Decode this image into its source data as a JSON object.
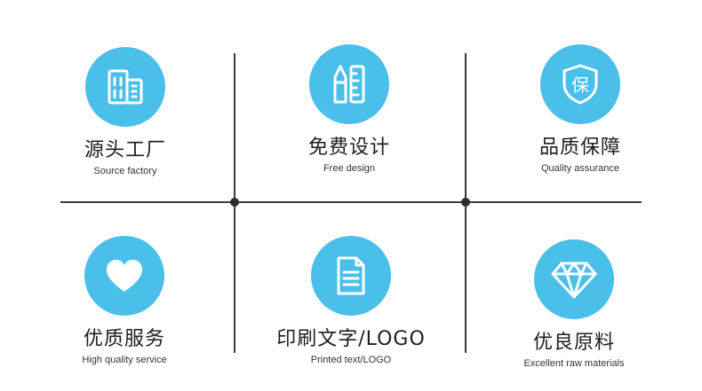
{
  "colors": {
    "accent": "#49bfea",
    "line": "#3a3a3a",
    "text": "#1e1e1e"
  },
  "features": [
    {
      "title": "源头工厂",
      "subtitle": "Source factory",
      "icon": "building-icon"
    },
    {
      "title": "免费设计",
      "subtitle": "Free design",
      "icon": "pencil-ruler-icon"
    },
    {
      "title": "品质保障",
      "subtitle": "Quality assurance",
      "icon": "shield-icon"
    },
    {
      "title": "优质服务",
      "subtitle": "High quality service",
      "icon": "heart-icon"
    },
    {
      "title": "印刷文字/LOGO",
      "subtitle": "Printed text/LOGO",
      "icon": "document-icon"
    },
    {
      "title": "优良原料",
      "subtitle": "Excellent raw materials",
      "icon": "diamond-icon"
    }
  ],
  "shield_glyph": "保"
}
